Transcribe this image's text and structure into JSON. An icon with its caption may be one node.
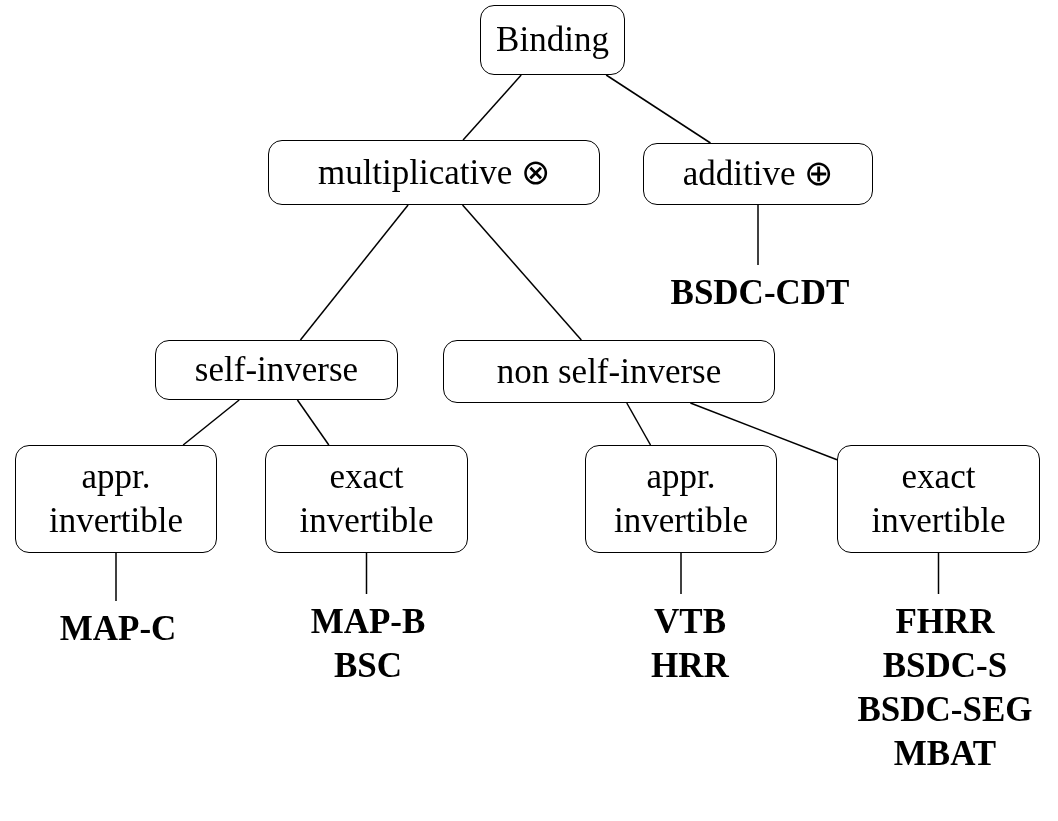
{
  "diagram": {
    "nodes": [
      {
        "text": [
          "Binding"
        ]
      },
      {
        "text": [
          "multiplicative ⊗"
        ]
      },
      {
        "text": [
          "additive ⊕"
        ]
      },
      {
        "text": [
          "BSDC-CDT"
        ]
      },
      {
        "text": [
          "self-inverse"
        ]
      },
      {
        "text": [
          "non self-inverse"
        ]
      },
      {
        "text": [
          "appr. invertible"
        ]
      },
      {
        "text": [
          "exact invertible"
        ]
      },
      {
        "text": [
          "appr. invertible"
        ]
      },
      {
        "text": [
          "exact invertible"
        ]
      },
      {
        "text": [
          "MAP-C"
        ]
      },
      {
        "text": [
          "MAP-B",
          "BSC"
        ]
      },
      {
        "text": [
          "VTB",
          "HRR"
        ]
      },
      {
        "text": [
          "FHRR",
          "BSDC-S",
          "BSDC-SEG",
          "MBAT"
        ]
      }
    ],
    "edges": [
      {
        "from": 0,
        "to": 1,
        "arrow": "none"
      },
      {
        "from": 0,
        "to": 2,
        "arrow": "none"
      },
      {
        "from": 2,
        "to": 3,
        "arrow": "none"
      },
      {
        "from": 1,
        "to": 4,
        "arrow": "none"
      },
      {
        "from": 1,
        "to": 5,
        "arrow": "none"
      },
      {
        "from": 4,
        "to": 6,
        "arrow": "none"
      },
      {
        "from": 4,
        "to": 7,
        "arrow": "none"
      },
      {
        "from": 5,
        "to": 8,
        "arrow": "none"
      },
      {
        "from": 5,
        "to": 9,
        "arrow": "none"
      },
      {
        "from": 6,
        "to": 10,
        "arrow": "none"
      },
      {
        "from": 7,
        "to": 11,
        "arrow": "none"
      },
      {
        "from": 8,
        "to": 12,
        "arrow": "none"
      },
      {
        "from": 9,
        "to": 13,
        "arrow": "none"
      }
    ]
  }
}
